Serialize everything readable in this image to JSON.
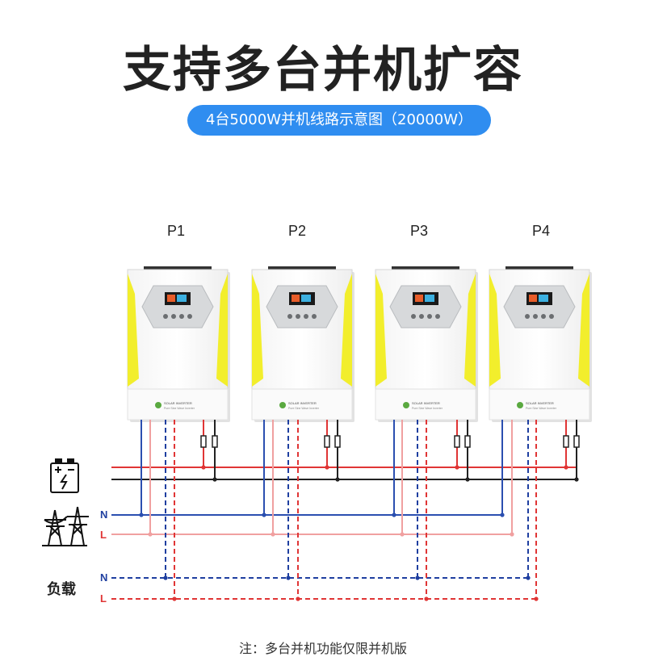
{
  "title": "支持多台并机扩容",
  "subtitle": "4台5000W并机线路示意图（20000W）",
  "units": [
    {
      "label": "P1",
      "brand": "SOLAR INVERTER",
      "tagline": "Pure Sine Wave Inverter"
    },
    {
      "label": "P2",
      "brand": "SOLAR INVERTER",
      "tagline": "Pure Sine Wave Inverter"
    },
    {
      "label": "P3",
      "brand": "SOLAR INVERTER",
      "tagline": "Pure Sine Wave Inverter"
    },
    {
      "label": "P4",
      "brand": "SOLAR INVERTER",
      "tagline": "Pure Sine Wave Inverter"
    }
  ],
  "grid_lines": {
    "n": "N",
    "l": "L"
  },
  "load": {
    "label": "负载",
    "n": "N",
    "l": "L"
  },
  "note": "注：多台并机功能仅限并机版",
  "icons": [
    "battery-icon",
    "power-tower-icon"
  ],
  "colors": {
    "accent": "#2f8df0",
    "battery_pos": "#e03535",
    "battery_neg": "#222222",
    "grid_n": "#2b4fb0",
    "grid_l": "#f0a0a0",
    "load_n": "#1f3fa0",
    "load_l": "#e03535",
    "panel_yellow": "#f2ee2c"
  }
}
